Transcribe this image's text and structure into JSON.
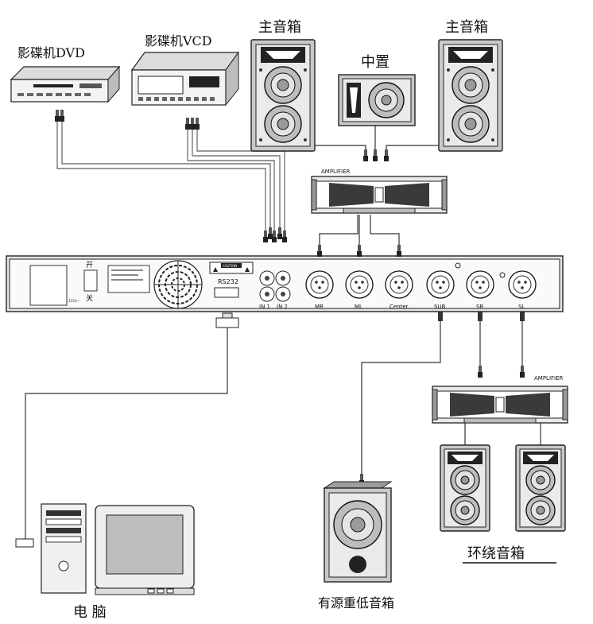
{
  "devices": {
    "dvd_label": "影碟机DVD",
    "vcd_label": "影碟机VCD",
    "main_speaker_left_label": "主音箱",
    "main_speaker_right_label": "主音箱",
    "center_speaker_label": "中置",
    "computer_label": "电  脑",
    "subwoofer_label": "有源重低音箱",
    "surround_label": "环绕音箱"
  },
  "amplifiers": {
    "top_label": "AMPLIFIER",
    "bottom_label": "AMPLIFIER"
  },
  "processor": {
    "switch_on": "开",
    "switch_off": "关",
    "rs232": "RS232",
    "inputs": [
      "IN 1",
      "IN 2"
    ],
    "outputs": [
      "MR",
      "ML",
      "Center",
      "SUB",
      "SR",
      "SL"
    ],
    "caution": "CAUTION"
  },
  "colors": {
    "background": "#ffffff",
    "line": "#222222",
    "cabinet": "#c9c9c9"
  }
}
